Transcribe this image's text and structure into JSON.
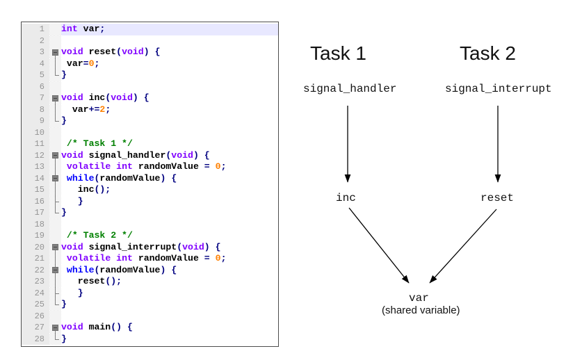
{
  "editor": {
    "lines": [
      {
        "n": "1",
        "fold": "",
        "hl": true,
        "toks": [
          [
            "kw",
            "int"
          ],
          [
            "t",
            " var"
          ],
          [
            "op",
            ";"
          ]
        ]
      },
      {
        "n": "2",
        "fold": "",
        "toks": []
      },
      {
        "n": "3",
        "fold": "boxdown",
        "toks": [
          [
            "kw",
            "void"
          ],
          [
            "t",
            " reset"
          ],
          [
            "op",
            "("
          ],
          [
            "kw",
            "void"
          ],
          [
            "op",
            ")"
          ],
          [
            "t",
            " "
          ],
          [
            "op",
            "{"
          ]
        ]
      },
      {
        "n": "4",
        "fold": "line",
        "toks": [
          [
            "t",
            " var"
          ],
          [
            "op",
            "="
          ],
          [
            "num",
            "0"
          ],
          [
            "op",
            ";"
          ]
        ]
      },
      {
        "n": "5",
        "fold": "end",
        "toks": [
          [
            "op",
            "}"
          ]
        ]
      },
      {
        "n": "6",
        "fold": "",
        "toks": []
      },
      {
        "n": "7",
        "fold": "boxdown",
        "toks": [
          [
            "kw",
            "void"
          ],
          [
            "t",
            " inc"
          ],
          [
            "op",
            "("
          ],
          [
            "kw",
            "void"
          ],
          [
            "op",
            ")"
          ],
          [
            "t",
            " "
          ],
          [
            "op",
            "{"
          ]
        ]
      },
      {
        "n": "8",
        "fold": "line",
        "toks": [
          [
            "t",
            "  var"
          ],
          [
            "op",
            "+="
          ],
          [
            "num",
            "2"
          ],
          [
            "op",
            ";"
          ]
        ]
      },
      {
        "n": "9",
        "fold": "end",
        "toks": [
          [
            "op",
            "}"
          ]
        ]
      },
      {
        "n": "10",
        "fold": "",
        "toks": []
      },
      {
        "n": "11",
        "fold": "",
        "toks": [
          [
            "com",
            " /* Task 1 */"
          ]
        ]
      },
      {
        "n": "12",
        "fold": "boxdown",
        "toks": [
          [
            "kw",
            "void"
          ],
          [
            "t",
            " signal_handler"
          ],
          [
            "op",
            "("
          ],
          [
            "kw",
            "void"
          ],
          [
            "op",
            ")"
          ],
          [
            "t",
            " "
          ],
          [
            "op",
            "{"
          ]
        ]
      },
      {
        "n": "13",
        "fold": "line",
        "toks": [
          [
            "t",
            " "
          ],
          [
            "kw",
            "volatile"
          ],
          [
            "t",
            " "
          ],
          [
            "kw",
            "int"
          ],
          [
            "t",
            " randomValue "
          ],
          [
            "op",
            "="
          ],
          [
            "t",
            " "
          ],
          [
            "num",
            "0"
          ],
          [
            "op",
            ";"
          ]
        ]
      },
      {
        "n": "14",
        "fold": "boxboth",
        "toks": [
          [
            "t",
            " "
          ],
          [
            "ins",
            "while"
          ],
          [
            "op",
            "("
          ],
          [
            "t",
            "randomValue"
          ],
          [
            "op",
            ")"
          ],
          [
            "t",
            " "
          ],
          [
            "op",
            "{"
          ]
        ]
      },
      {
        "n": "15",
        "fold": "line",
        "toks": [
          [
            "t",
            "   inc"
          ],
          [
            "op",
            "();"
          ]
        ]
      },
      {
        "n": "16",
        "fold": "tee",
        "toks": [
          [
            "t",
            "   "
          ],
          [
            "op",
            "}"
          ]
        ]
      },
      {
        "n": "17",
        "fold": "end",
        "toks": [
          [
            "op",
            "}"
          ]
        ]
      },
      {
        "n": "18",
        "fold": "",
        "toks": []
      },
      {
        "n": "19",
        "fold": "",
        "toks": [
          [
            "com",
            " /* Task 2 */"
          ]
        ]
      },
      {
        "n": "20",
        "fold": "boxdown",
        "toks": [
          [
            "kw",
            "void"
          ],
          [
            "t",
            " signal_interrupt"
          ],
          [
            "op",
            "("
          ],
          [
            "kw",
            "void"
          ],
          [
            "op",
            ")"
          ],
          [
            "t",
            " "
          ],
          [
            "op",
            "{"
          ]
        ]
      },
      {
        "n": "21",
        "fold": "line",
        "toks": [
          [
            "t",
            " "
          ],
          [
            "kw",
            "volatile"
          ],
          [
            "t",
            " "
          ],
          [
            "kw",
            "int"
          ],
          [
            "t",
            " randomValue "
          ],
          [
            "op",
            "="
          ],
          [
            "t",
            " "
          ],
          [
            "num",
            "0"
          ],
          [
            "op",
            ";"
          ]
        ]
      },
      {
        "n": "22",
        "fold": "boxboth",
        "toks": [
          [
            "t",
            " "
          ],
          [
            "ins",
            "while"
          ],
          [
            "op",
            "("
          ],
          [
            "t",
            "randomValue"
          ],
          [
            "op",
            ")"
          ],
          [
            "t",
            " "
          ],
          [
            "op",
            "{"
          ]
        ]
      },
      {
        "n": "23",
        "fold": "line",
        "toks": [
          [
            "t",
            "   reset"
          ],
          [
            "op",
            "();"
          ]
        ]
      },
      {
        "n": "24",
        "fold": "tee",
        "toks": [
          [
            "t",
            "   "
          ],
          [
            "op",
            "}"
          ]
        ]
      },
      {
        "n": "25",
        "fold": "end",
        "toks": [
          [
            "op",
            "}"
          ]
        ]
      },
      {
        "n": "26",
        "fold": "",
        "toks": []
      },
      {
        "n": "27",
        "fold": "boxdown",
        "toks": [
          [
            "kw",
            "void"
          ],
          [
            "t",
            " main"
          ],
          [
            "op",
            "()"
          ],
          [
            "t",
            " "
          ],
          [
            "op",
            "{"
          ]
        ]
      },
      {
        "n": "28",
        "fold": "end",
        "toks": [
          [
            "op",
            "}"
          ]
        ]
      }
    ]
  },
  "diagram": {
    "task1": "Task 1",
    "task2": "Task 2",
    "signal_handler": "signal_handler",
    "signal_interrupt": "signal_interrupt",
    "inc": "inc",
    "reset": "reset",
    "var": "var",
    "var_caption": "(shared variable)"
  },
  "colors": {
    "keyword_type": "#8000FF",
    "keyword_instruction": "#0000FF",
    "number": "#FF8000",
    "comment": "#008000",
    "operator": "#000080",
    "line_highlight": "#E8E8FF",
    "gutter_bg": "#EBEBEB",
    "line_number": "#949494",
    "fold_mark": "#808080",
    "arrow": "#000000"
  }
}
